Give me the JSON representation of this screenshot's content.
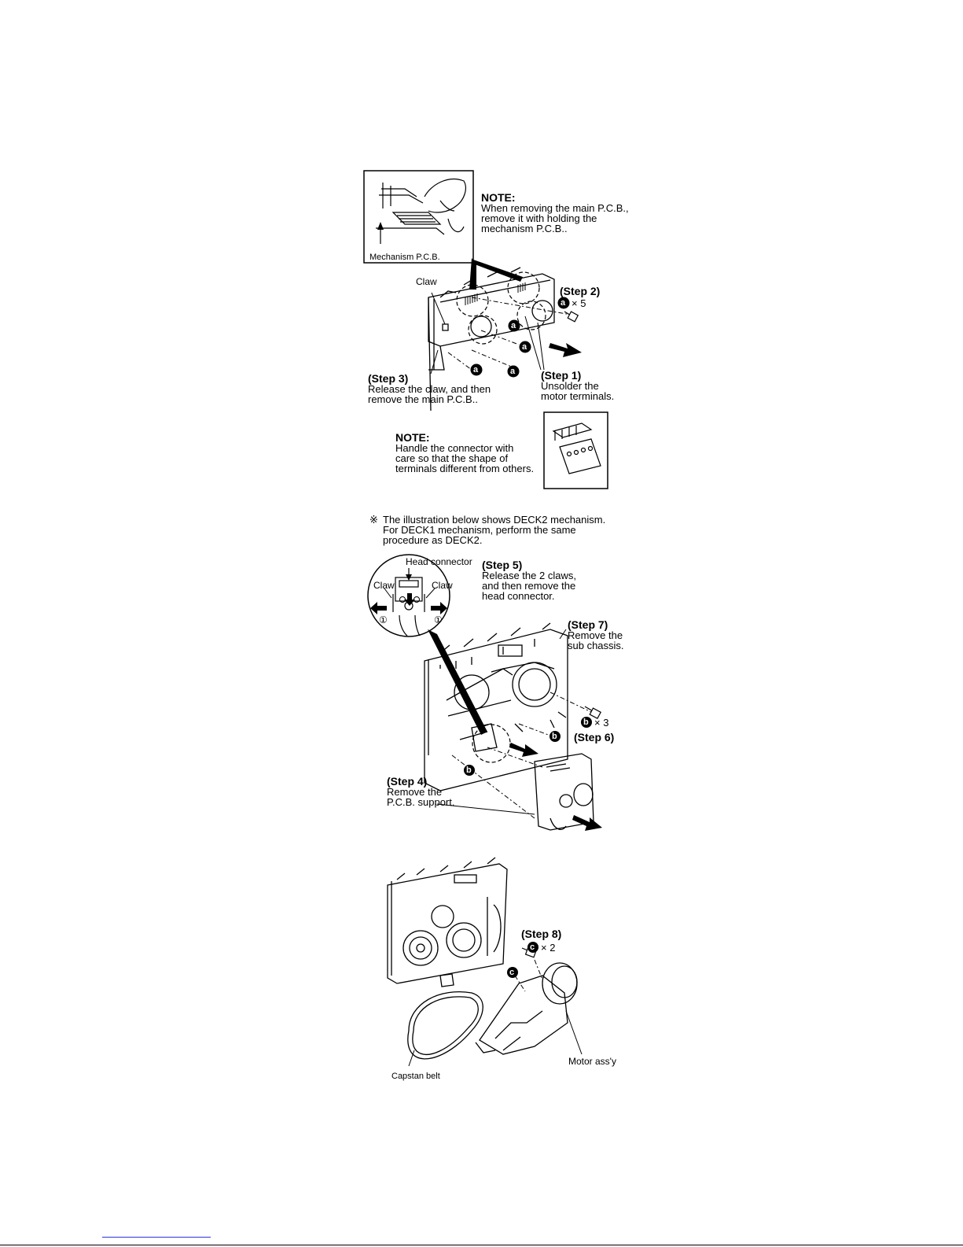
{
  "section1": {
    "inset_label": "Mechanism P.C.B.",
    "note_title": "NOTE:",
    "note_lines": [
      "When removing the main P.C.B.,",
      "remove it with holding the",
      "mechanism P.C.B.."
    ],
    "claw_label": "Claw",
    "step2_title": "(Step 2)",
    "step2_qty": "× 5",
    "marker_a": "a",
    "step3_title": "(Step 3)",
    "step3_lines": [
      "Release the claw, and then",
      "remove the main P.C.B.."
    ],
    "step1_title": "(Step 1)",
    "step1_lines": [
      "Unsolder the",
      "motor terminals."
    ]
  },
  "section2": {
    "note_title": "NOTE:",
    "note_lines": [
      "Handle the connector with",
      "care so that the shape of",
      "terminals different from others."
    ]
  },
  "section3": {
    "intro_mark": "※",
    "intro_lines": [
      "The illustration below shows DECK2 mechanism.",
      "For DECK1 mechanism, perform the same",
      "procedure as DECK2."
    ],
    "head_connector_label": "Head connector",
    "claw_left": "Claw",
    "claw_right": "Claw",
    "circled_one": "①",
    "step5_title": "(Step 5)",
    "step5_lines": [
      "Release the 2 claws,",
      "and then remove the",
      "head connector."
    ],
    "step7_title": "(Step 7)",
    "step7_lines": [
      "Remove the",
      "sub chassis."
    ],
    "step6_qty": "× 3",
    "step6_title": "(Step 6)",
    "marker_b": "b",
    "step4_title": "(Step 4)",
    "step4_lines": [
      "Remove the",
      "P.C.B. support."
    ]
  },
  "section4": {
    "step8_title": "(Step 8)",
    "step8_qty": "× 2",
    "marker_c": "c",
    "motor_label": "Motor ass'y",
    "belt_label": "Capstan belt"
  }
}
